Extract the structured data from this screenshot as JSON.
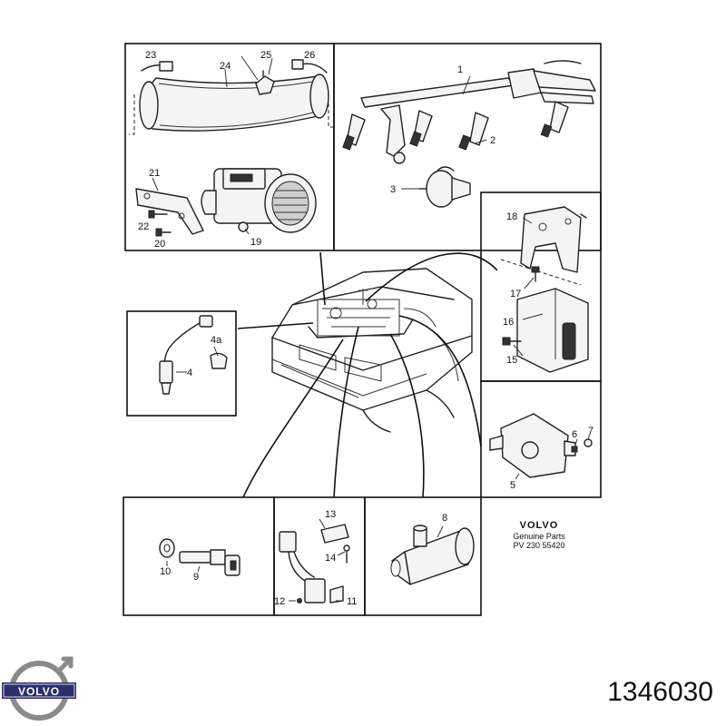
{
  "callouts": {
    "c1": "1",
    "c2": "2",
    "c3": "3",
    "c4": "4",
    "c4a": "4a",
    "c5": "5",
    "c6": "6",
    "c7": "7",
    "c8": "8",
    "c9": "9",
    "c10": "10",
    "c11": "11",
    "c12": "12",
    "c13": "13",
    "c14": "14",
    "c15": "15",
    "c16": "16",
    "c17": "17",
    "c18": "18",
    "c19": "19",
    "c20": "20",
    "c21": "21",
    "c22": "22",
    "c23": "23",
    "c24": "24",
    "c25": "25",
    "c26": "26"
  },
  "stamp": {
    "brand": "VOLVO",
    "line1": "Genuine Parts",
    "line2": "PV  230  55420"
  },
  "logo": {
    "text": "VOLVO"
  },
  "part_number": "1346030",
  "colors": {
    "ink": "#111111",
    "logo_ring": "#8a8a8a",
    "logo_bar": "#2b2f6b"
  }
}
